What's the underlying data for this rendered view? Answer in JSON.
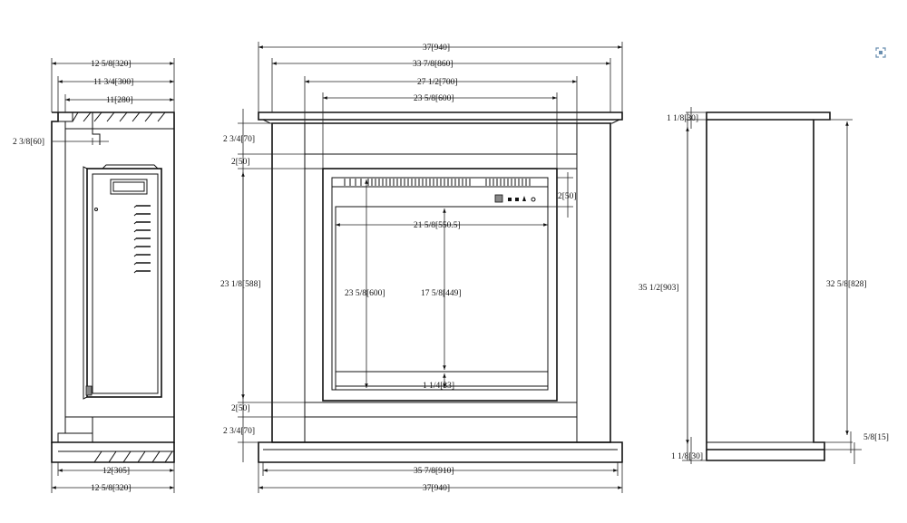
{
  "side_view": {
    "width_top": "12 5/8[320]",
    "width_mid": "11 3/4[300]",
    "width_inner": "11[280]",
    "insert_offset": "2 3/8[60]",
    "base_width": "12[305]",
    "base_total": "12 5/8[320]"
  },
  "front_view": {
    "top_width": "37[940]",
    "upper_width": "33 7/8[860]",
    "opening_width": "27 1/2[700]",
    "insert_width": "23 5/8[600]",
    "top_height": "2 3/4[70]",
    "upper_gap": "2[50]",
    "opening_height": "23 1/8[588]",
    "lower_gap": "2[50]",
    "bottom_height": "2 3/4[70]",
    "panel_offset": "2[50]",
    "glass_width": "21 5/8[550.5]",
    "insert_height": "23 5/8[600]",
    "glass_height": "17 5/8[449]",
    "sill_height": "1 1/4[33]",
    "base_width": "35 7/8[910]",
    "base_total": "37[940]"
  },
  "right_view": {
    "top_cap": "1 1/8[30]",
    "total_height": "35 1/2[903]",
    "column_height": "32 5/8[828]",
    "foot_offset": "5/8[15]",
    "base_cap": "1 1/8[30]"
  },
  "icons": {
    "expand": "expand-icon"
  }
}
